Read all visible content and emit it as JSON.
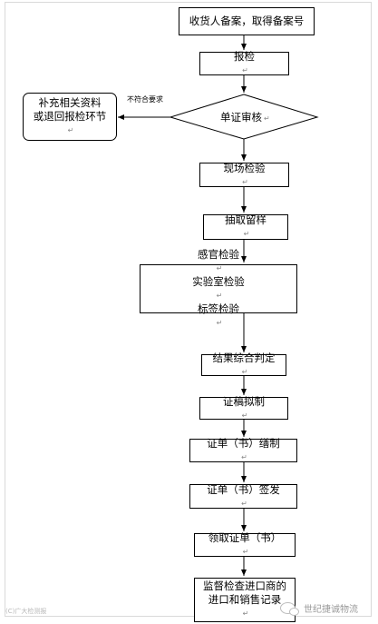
{
  "flowchart": {
    "steps": {
      "receiver_filing": "收货人备案，取得备案号",
      "inspection_declaration": "报检",
      "document_review": "单证审核",
      "onsite_inspection": "现场检验",
      "sampling": "抽取留样",
      "sensory_inspection": "感官检验",
      "lab_inspection": "实验室检验",
      "label_inspection": "标签检验",
      "result_judgment": "结果综合判定",
      "certificate_drafting": "证稿拟制",
      "certificate_preparation": "证单（书）缮制",
      "certificate_issuance": "证单（书）签发",
      "certificate_collection": "领取证单（书）",
      "supervision_line1": "监督检查进口商的",
      "supervision_line2": "进口和销售记录"
    },
    "branch": {
      "supplement_line1": "补充相关资料",
      "supplement_line2": "或退回报检环节",
      "not_compliant_label": "不符合要求"
    },
    "paragraph_mark": "↵"
  },
  "watermarks": {
    "left": "(C)广大检测报",
    "right": "世纪捷诚物流"
  }
}
